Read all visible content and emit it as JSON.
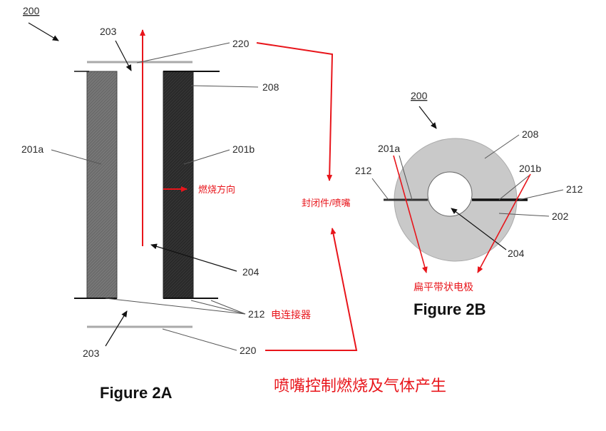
{
  "figure_2a": {
    "ref_label": "200",
    "label_203_top": "203",
    "label_220_top": "220",
    "label_208": "208",
    "label_201a": "201a",
    "label_201b": "201b",
    "label_204": "204",
    "label_212": "212",
    "label_203_bottom": "203",
    "label_220_bottom": "220",
    "caption": "Figure 2A",
    "annotation_flame_direction": "燃烧方向",
    "annotation_connector": "电连接器"
  },
  "figure_2b": {
    "ref_label": "200",
    "label_208": "208",
    "label_201a": "201a",
    "label_201b": "201b",
    "label_212_left": "212",
    "label_212_right": "212",
    "label_202": "202",
    "label_204": "204",
    "caption": "Figure 2B",
    "annotation_flat_ribbon": "扁平带状电极"
  },
  "annotations": {
    "seal_nozzle": "封闭件/喷嘴",
    "bottom_note": "喷嘴控制燃烧及气体产生"
  },
  "colors": {
    "annotation_red": "#e8151b",
    "electrode_light": "#6f6f6f",
    "electrode_dark": "#2b2b2b",
    "ring_fill": "#c9c9c9"
  }
}
